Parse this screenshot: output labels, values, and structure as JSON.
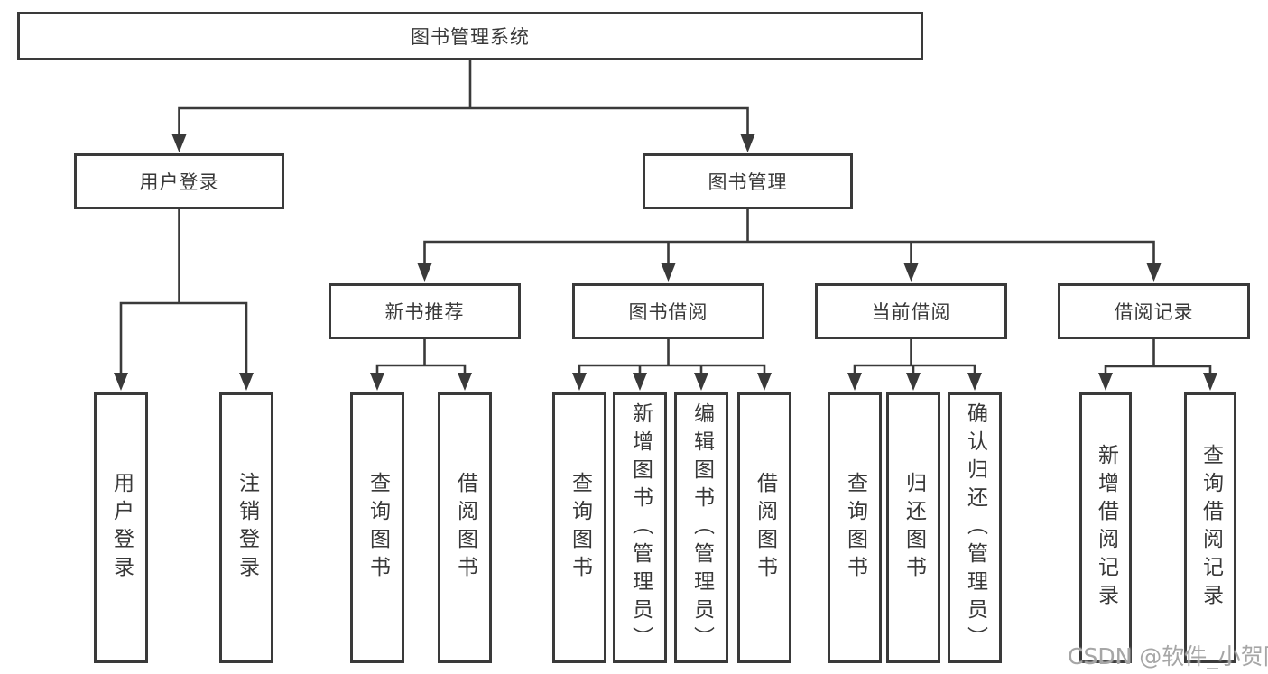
{
  "root": {
    "label": "图书管理系统"
  },
  "branches": [
    {
      "label": "用户登录",
      "children": [
        {
          "label": "用户登录"
        },
        {
          "label": "注销登录"
        }
      ]
    },
    {
      "label": "图书管理",
      "children": [
        {
          "label": "新书推荐",
          "children": [
            {
              "label": "查询图书"
            },
            {
              "label": "借阅图书"
            }
          ]
        },
        {
          "label": "图书借阅",
          "children": [
            {
              "label": "查询图书"
            },
            {
              "label": "新增图书（管理员）"
            },
            {
              "label": "编辑图书（管理员）"
            },
            {
              "label": "借阅图书"
            }
          ]
        },
        {
          "label": "当前借阅",
          "children": [
            {
              "label": "查询图书"
            },
            {
              "label": "归还图书"
            },
            {
              "label": "确认归还（管理员）"
            }
          ]
        },
        {
          "label": "借阅记录",
          "children": [
            {
              "label": "新增借阅记录"
            },
            {
              "label": "查询借阅记录"
            }
          ]
        }
      ]
    }
  ],
  "watermark": "CSDN @软件_小贺同学",
  "colors": {
    "line": "#3a3a3a",
    "box_border": "#3a3a3a",
    "text": "#383838",
    "watermark": "#a6a6a6",
    "background": "#ffffff"
  }
}
